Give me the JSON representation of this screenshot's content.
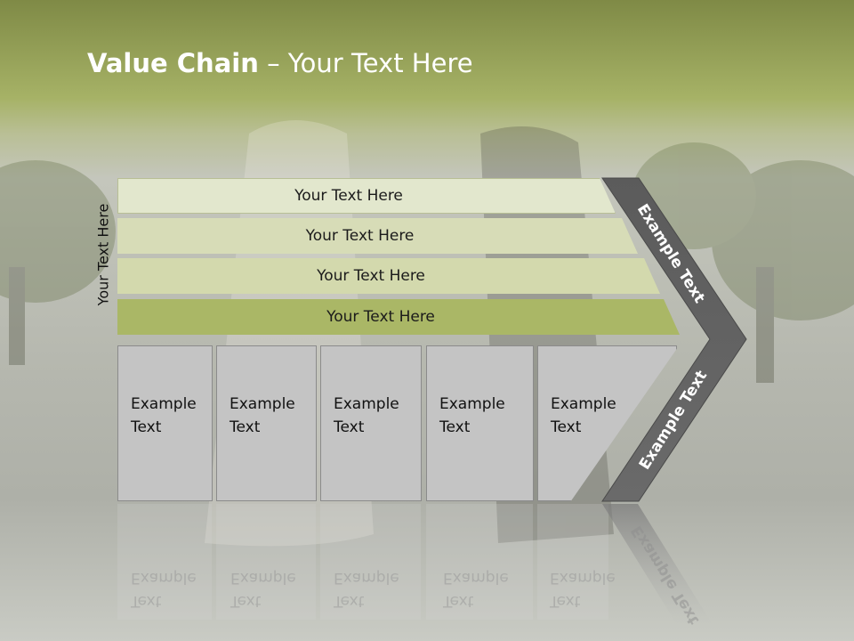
{
  "slide": {
    "title_bold": "Value Chain",
    "title_rest": " – Your Text Here",
    "side_label": "Your Text Here",
    "bars": [
      "Your Text Here",
      "Your Text Here",
      "Your Text Here",
      "Your Text Here"
    ],
    "boxes": [
      {
        "line1": "Example",
        "line2": "Text"
      },
      {
        "line1": "Example",
        "line2": "Text"
      },
      {
        "line1": "Example",
        "line2": "Text"
      },
      {
        "line1": "Example",
        "line2": "Text"
      },
      {
        "line1": "Example",
        "line2": "Text"
      }
    ],
    "chevron_top": "Example Text",
    "chevron_bottom": "Example Text"
  },
  "colors": {
    "header_green": "#a6b266",
    "bar_accent": "#aab766",
    "chevron_gray": "#5f5f5f",
    "box_gray": "#c4c4c4"
  }
}
